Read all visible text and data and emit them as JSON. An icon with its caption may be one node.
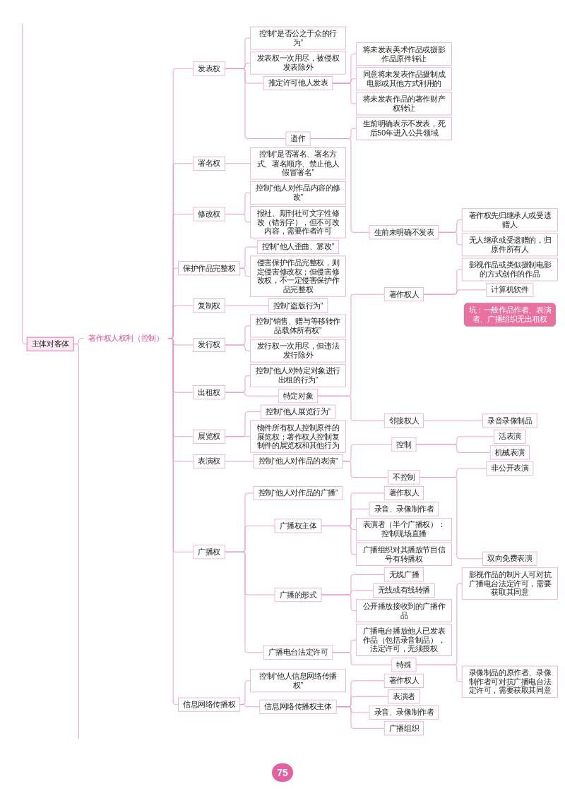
{
  "diagram": {
    "nodes": [
      {
        "text": [
          "主体对客体"
        ]
      },
      {
        "text": [
          "著作权人权利（控制）"
        ]
      },
      {
        "text": [
          "发表权"
        ]
      },
      {
        "text": [
          "控制“是否公之于众的行为”"
        ]
      },
      {
        "text": [
          "发表权一次用尽，被侵权发表除外"
        ]
      },
      {
        "text": [
          "推定许可他人发表"
        ]
      },
      {
        "text": [
          "将未发表美术作品或摄影作品原件转让"
        ]
      },
      {
        "text": [
          "同意将未发表作品摄制成电影或其他方式利用的"
        ]
      },
      {
        "text": [
          "将未发表作品的著作财产权转让"
        ]
      },
      {
        "text": [
          "遗作"
        ]
      },
      {
        "text": [
          "生前明确表示不发表，死后50年进入公共领域"
        ]
      },
      {
        "text": [
          "生前未明确不发表"
        ]
      },
      {
        "text": [
          "著作权先归继承人或受遗赠人"
        ]
      },
      {
        "text": [
          "无人继承或受遗赠的，归原件所有人"
        ]
      },
      {
        "text": [
          "署名权"
        ]
      },
      {
        "text": [
          "控制“是否署名、署名方式、署名顺序、禁止他人假冒署名”"
        ]
      },
      {
        "text": [
          "修改权"
        ]
      },
      {
        "text": [
          "控制“他人对作品内容的修改”"
        ]
      },
      {
        "text": [
          "报社、期刊社可文字性修改（错别字），但不可改内容，需要作者许可"
        ]
      },
      {
        "text": [
          "保护作品完整权"
        ]
      },
      {
        "text": [
          "控制“他人歪曲、篡改”"
        ]
      },
      {
        "text": [
          "侵害保护作品完整权，则定侵害修改权；但侵害修改权，不一定侵害保护作品完整权"
        ]
      },
      {
        "text": [
          "复制权"
        ]
      },
      {
        "text": [
          "控制“盗版行为”"
        ]
      },
      {
        "text": [
          "发行权"
        ]
      },
      {
        "text": [
          "控制“销售、赠与等移转作品载体所有权”"
        ]
      },
      {
        "text": [
          "发行权一次用尽，但违法发行除外"
        ]
      },
      {
        "text": [
          "出租权"
        ]
      },
      {
        "text": [
          "控制“他人对特定对象进行出租的行为”"
        ]
      },
      {
        "text": [
          "特定对象"
        ]
      },
      {
        "text": [
          "著作权人"
        ]
      },
      {
        "text": [
          "影视作品或类似摄制电影的方式创作的作品"
        ]
      },
      {
        "text": [
          "计算机软件"
        ]
      },
      {
        "text": [
          "邻接权人"
        ]
      },
      {
        "text": [
          "录音录像制品"
        ]
      },
      {
        "text": [
          "坑：一般作品作者、表演者、广播组织无出租权"
        ]
      },
      {
        "text": [
          "展览权"
        ]
      },
      {
        "text": [
          "控制“他人展览行为”"
        ]
      },
      {
        "text": [
          "物件所有权人控制原件的展览权；著作权人控制复制件的展览权和其他行为"
        ]
      },
      {
        "text": [
          "表演权"
        ]
      },
      {
        "text": [
          "控制“他人对作品的表演”"
        ]
      },
      {
        "text": [
          "控制"
        ]
      },
      {
        "text": [
          "活表演"
        ]
      },
      {
        "text": [
          "机械表演"
        ]
      },
      {
        "text": [
          "不控制"
        ]
      },
      {
        "text": [
          "非公开表演"
        ]
      },
      {
        "text": [
          "双向免费表演"
        ]
      },
      {
        "text": [
          "广播权"
        ]
      },
      {
        "text": [
          "控制“他人对作品的广播”"
        ]
      },
      {
        "text": [
          "广播权主体"
        ]
      },
      {
        "text": [
          "著作权人"
        ]
      },
      {
        "text": [
          "录音、录像制作者"
        ]
      },
      {
        "text": [
          "表演者（半个广播权）：控制现场直播"
        ]
      },
      {
        "text": [
          "广播组织对其播放节目信号有转播权"
        ]
      },
      {
        "text": [
          "广播的形式"
        ]
      },
      {
        "text": [
          "无线广播"
        ]
      },
      {
        "text": [
          "无线或有线转播"
        ]
      },
      {
        "text": [
          "公开播放接收到的广播作品"
        ]
      },
      {
        "text": [
          "广播电台法定许可"
        ]
      },
      {
        "text": [
          "广播电台播放他人已发表作品（包括录音制品），法定许可，无须授权"
        ]
      },
      {
        "text": [
          "特殊"
        ]
      },
      {
        "text": [
          "影视作品的制片人可对抗广播电台法定许可，需要获取其同意"
        ]
      },
      {
        "text": [
          "录像制品的原作者、录像制作者可对抗广播电台法定许可，需要获取其同意"
        ]
      },
      {
        "text": [
          "信息网络传播权"
        ]
      },
      {
        "text": [
          "控制“他人信息网络传播权”"
        ]
      },
      {
        "text": [
          "信息网络传播权主体"
        ]
      },
      {
        "text": [
          "著作权人"
        ]
      },
      {
        "text": [
          "表演者"
        ]
      },
      {
        "text": [
          "录音、录像制作者"
        ]
      },
      {
        "text": [
          "广播组织"
        ]
      }
    ],
    "edges": [
      {
        "from": null,
        "to": 0,
        "arrow": "none"
      },
      {
        "from": 0,
        "to": 1,
        "arrow": "none"
      },
      {
        "from": 1,
        "to": 2,
        "arrow": "none"
      },
      {
        "from": 2,
        "to": 3,
        "arrow": "none"
      },
      {
        "from": 2,
        "to": 4,
        "arrow": "none"
      },
      {
        "from": 2,
        "to": 5,
        "arrow": "none"
      },
      {
        "from": 5,
        "to": 6,
        "arrow": "none"
      },
      {
        "from": 5,
        "to": 7,
        "arrow": "none"
      },
      {
        "from": 5,
        "to": 8,
        "arrow": "none"
      },
      {
        "from": 2,
        "to": 9,
        "arrow": "none"
      },
      {
        "from": 9,
        "to": 10,
        "arrow": "none"
      },
      {
        "from": 9,
        "to": 11,
        "arrow": "none"
      },
      {
        "from": 11,
        "to": 12,
        "arrow": "none"
      },
      {
        "from": 11,
        "to": 13,
        "arrow": "none"
      },
      {
        "from": 1,
        "to": 14,
        "arrow": "none"
      },
      {
        "from": 14,
        "to": 15,
        "arrow": "none"
      },
      {
        "from": 1,
        "to": 16,
        "arrow": "none"
      },
      {
        "from": 16,
        "to": 17,
        "arrow": "none"
      },
      {
        "from": 16,
        "to": 18,
        "arrow": "none"
      },
      {
        "from": 1,
        "to": 19,
        "arrow": "none"
      },
      {
        "from": 19,
        "to": 20,
        "arrow": "none"
      },
      {
        "from": 19,
        "to": 21,
        "arrow": "none"
      },
      {
        "from": 1,
        "to": 22,
        "arrow": "none"
      },
      {
        "from": 22,
        "to": 23,
        "arrow": "none"
      },
      {
        "from": 1,
        "to": 24,
        "arrow": "none"
      },
      {
        "from": 24,
        "to": 25,
        "arrow": "none"
      },
      {
        "from": 24,
        "to": 26,
        "arrow": "none"
      },
      {
        "from": 1,
        "to": 27,
        "arrow": "none"
      },
      {
        "from": 27,
        "to": 28,
        "arrow": "none"
      },
      {
        "from": 27,
        "to": 29,
        "arrow": "none"
      },
      {
        "from": 29,
        "to": 30,
        "arrow": "none"
      },
      {
        "from": 30,
        "to": 31,
        "arrow": "none"
      },
      {
        "from": 30,
        "to": 32,
        "arrow": "none"
      },
      {
        "from": 29,
        "to": 33,
        "arrow": "none"
      },
      {
        "from": 33,
        "to": 34,
        "arrow": "none"
      },
      {
        "from": 1,
        "to": 36,
        "arrow": "none"
      },
      {
        "from": 36,
        "to": 37,
        "arrow": "none"
      },
      {
        "from": 36,
        "to": 38,
        "arrow": "none"
      },
      {
        "from": 1,
        "to": 39,
        "arrow": "none"
      },
      {
        "from": 39,
        "to": 40,
        "arrow": "none"
      },
      {
        "from": 40,
        "to": 41,
        "arrow": "none"
      },
      {
        "from": 41,
        "to": 42,
        "arrow": "none"
      },
      {
        "from": 41,
        "to": 43,
        "arrow": "none"
      },
      {
        "from": 40,
        "to": 44,
        "arrow": "none"
      },
      {
        "from": 44,
        "to": 45,
        "arrow": "none"
      },
      {
        "from": 44,
        "to": 46,
        "arrow": "none"
      },
      {
        "from": 1,
        "to": 47,
        "arrow": "none"
      },
      {
        "from": 47,
        "to": 48,
        "arrow": "none"
      },
      {
        "from": 47,
        "to": 49,
        "arrow": "none"
      },
      {
        "from": 49,
        "to": 50,
        "arrow": "none"
      },
      {
        "from": 49,
        "to": 51,
        "arrow": "none"
      },
      {
        "from": 49,
        "to": 52,
        "arrow": "none"
      },
      {
        "from": 49,
        "to": 53,
        "arrow": "none"
      },
      {
        "from": 47,
        "to": 54,
        "arrow": "none"
      },
      {
        "from": 54,
        "to": 55,
        "arrow": "none"
      },
      {
        "from": 54,
        "to": 56,
        "arrow": "none"
      },
      {
        "from": 54,
        "to": 57,
        "arrow": "none"
      },
      {
        "from": 47,
        "to": 58,
        "arrow": "none"
      },
      {
        "from": 58,
        "to": 59,
        "arrow": "none"
      },
      {
        "from": 58,
        "to": 60,
        "arrow": "none"
      },
      {
        "from": 60,
        "to": 61,
        "arrow": "none"
      },
      {
        "from": 60,
        "to": 62,
        "arrow": "none"
      },
      {
        "from": 1,
        "to": 63,
        "arrow": "none"
      },
      {
        "from": 63,
        "to": 64,
        "arrow": "none"
      },
      {
        "from": 63,
        "to": 65,
        "arrow": "none"
      },
      {
        "from": 65,
        "to": 66,
        "arrow": "none"
      },
      {
        "from": 65,
        "to": 67,
        "arrow": "none"
      },
      {
        "from": 65,
        "to": 68,
        "arrow": "none"
      },
      {
        "from": 65,
        "to": 69,
        "arrow": "none"
      },
      {
        "from": 0,
        "to": null,
        "arrow": "none"
      }
    ],
    "labels": [
      "75"
    ]
  }
}
